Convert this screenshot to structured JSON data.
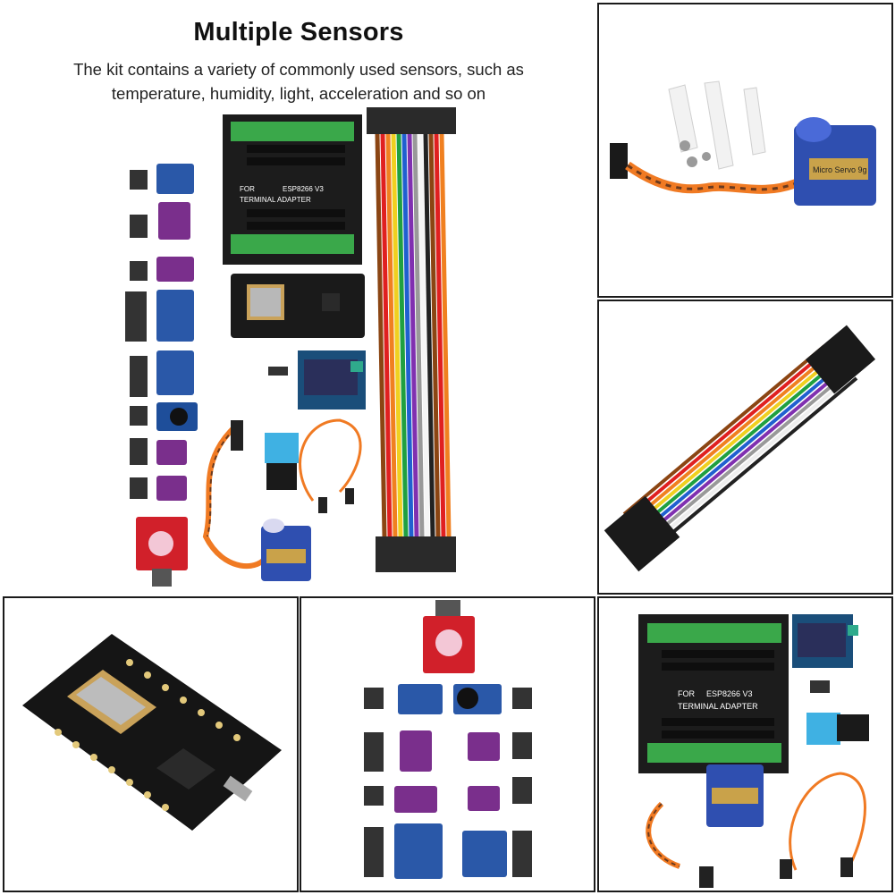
{
  "headline": {
    "title": "Multiple Sensors",
    "description": "The kit contains a variety of commonly used sensors, such as temperature, humidity, light, acceleration and so on"
  },
  "adapter_board": {
    "line1_left": "FOR",
    "line1_right": "ESP8266 V3",
    "line2": "TERMINAL ADAPTER"
  },
  "servo_label": "Micro Servo 9g",
  "colors": {
    "adapter_black": "#1c1c1c",
    "terminal_green": "#3aa84a",
    "sensor_blue": "#2a58a8",
    "sensor_purple": "#7a2f8c",
    "led_red": "#d1202a",
    "servo_blue": "#2f4fb0",
    "wire_orange": "#f07a23",
    "wire_brown": "#6b3a1e"
  },
  "panels": [
    "main-kit-overview",
    "servo-closeup",
    "jumper-cable-closeup",
    "nodemcu-closeup",
    "sensors-closeup",
    "adapter-kit-closeup"
  ]
}
